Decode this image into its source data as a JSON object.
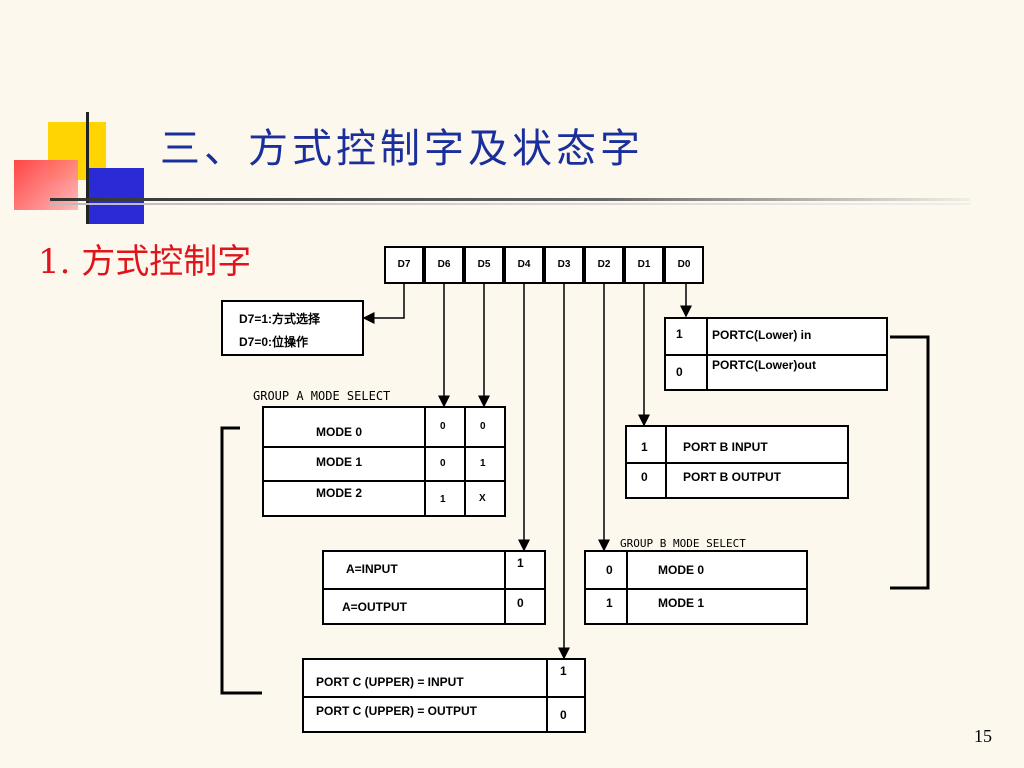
{
  "slide": {
    "title": "三、方式控制字及状态字",
    "subtitle": "1. 方式控制字",
    "page_number": "15"
  },
  "bits": [
    "D7",
    "D6",
    "D5",
    "D4",
    "D3",
    "D2",
    "D1",
    "D0"
  ],
  "d7_box": {
    "line1": "D7=1:方式选择",
    "line2": "D7=0:位操作"
  },
  "portc_lower": {
    "rows": [
      {
        "bit": "1",
        "label": "PORTC(Lower) in"
      },
      {
        "bit": "0",
        "label": "PORTC(Lower)out"
      }
    ]
  },
  "group_a": {
    "label": "GROUP A MODE SELECT",
    "rows": [
      {
        "mode": "MODE 0",
        "d6": "0",
        "d5": "0"
      },
      {
        "mode": "MODE 1",
        "d6": "0",
        "d5": "1"
      },
      {
        "mode": "MODE 2",
        "d6": "1",
        "d5": "X"
      }
    ]
  },
  "port_b": {
    "rows": [
      {
        "bit": "1",
        "label": "PORT B  INPUT"
      },
      {
        "bit": "0",
        "label": "PORT B OUTPUT"
      }
    ]
  },
  "port_a": {
    "rows": [
      {
        "label": "A=INPUT",
        "bit": "1"
      },
      {
        "label": "A=OUTPUT",
        "bit": "0"
      }
    ]
  },
  "group_b": {
    "label": "GROUP B  MODE SELECT",
    "rows": [
      {
        "bit": "0",
        "mode": "MODE  0"
      },
      {
        "bit": "1",
        "mode": "MODE  1"
      }
    ]
  },
  "portc_upper": {
    "rows": [
      {
        "label": "PORT  C (UPPER) = INPUT",
        "bit": "1"
      },
      {
        "label": "PORT  C (UPPER) = OUTPUT",
        "bit": "0"
      }
    ]
  },
  "colors": {
    "title": "#1a2f9c",
    "subtitle": "#e0151b",
    "background": "#fdf8ee"
  }
}
